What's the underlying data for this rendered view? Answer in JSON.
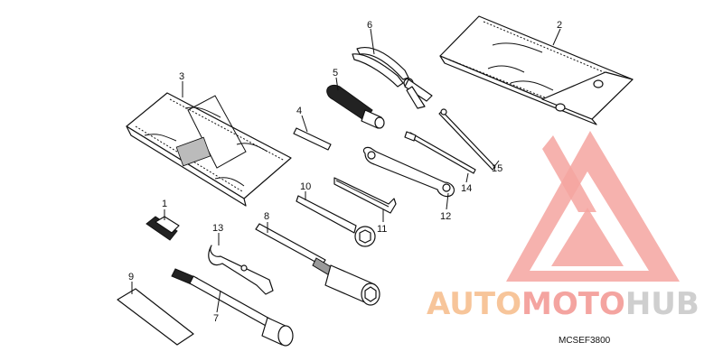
{
  "diagram": {
    "code": "MCSEF3800",
    "parts": [
      {
        "id": "part-1",
        "label": "1"
      },
      {
        "id": "part-2",
        "label": "2"
      },
      {
        "id": "part-3",
        "label": "3"
      },
      {
        "id": "part-4",
        "label": "4"
      },
      {
        "id": "part-5",
        "label": "5"
      },
      {
        "id": "part-6",
        "label": "6"
      },
      {
        "id": "part-7",
        "label": "7"
      },
      {
        "id": "part-8",
        "label": "8"
      },
      {
        "id": "part-9",
        "label": "9"
      },
      {
        "id": "part-10",
        "label": "10"
      },
      {
        "id": "part-11",
        "label": "11"
      },
      {
        "id": "part-12",
        "label": "12"
      },
      {
        "id": "part-13",
        "label": "13"
      },
      {
        "id": "part-14",
        "label": "14"
      },
      {
        "id": "part-15",
        "label": "15"
      }
    ]
  },
  "watermark": {
    "part1": "AUTO",
    "part2": "MOTO",
    "part3": "HUB",
    "color_primary": "#f4a4a0",
    "color_secondary": "#f7c59a",
    "color_tertiary": "#cfcfcf"
  }
}
